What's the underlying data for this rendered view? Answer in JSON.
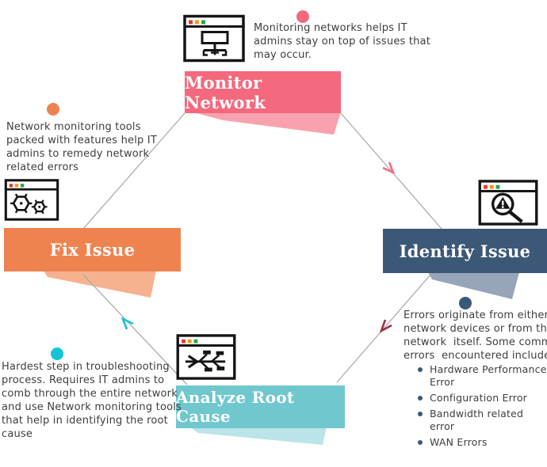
{
  "palette": {
    "pink": "#f4697d",
    "pink-light": "#f9a2af",
    "orange": "#ef8350",
    "orange-light": "#f6b28e",
    "navy": "#3c5877",
    "navy-light": "#97a5ba",
    "teal": "#70c7ce",
    "teal-light": "#bae4e8",
    "cyan": "#14c4d6",
    "maroon": "#9e2f3f",
    "line-grey": "#ababab",
    "text": "#3e3e3e"
  },
  "steps": {
    "monitor": {
      "title": "Monitor Network",
      "description": "Monitoring networks helps IT\nadmins stay on top of issues that\nmay occur.",
      "icon": "sitemap-browser-icon",
      "color": "#f4697d"
    },
    "identify": {
      "title": "Identify Issue",
      "description": "Errors originate from either the\nnetwork devices or from the\nnetwork  itself. Some common\nerrors  encountered include",
      "bullets": [
        "Hardware Performance Error",
        "Configuration Error",
        "Bandwidth related error",
        "WAN Errors"
      ],
      "icon": "search-warning-browser-icon",
      "color": "#3c5877"
    },
    "analyze": {
      "title": "Analyze Root Cause",
      "description": "Hardest step in troubleshooting\nprocess. Requires IT admins to\ncomb through the entire network\nand use Network monitoring tools\nthat help in identifying the root\ncause",
      "icon": "fishbone-browser-icon",
      "color": "#70c7ce"
    },
    "fix": {
      "title": "Fix Issue",
      "description": "Network monitoring tools\npacked with features help IT\nadmins to remedy network\nrelated errors",
      "icon": "gears-browser-icon",
      "color": "#ef8350"
    }
  }
}
